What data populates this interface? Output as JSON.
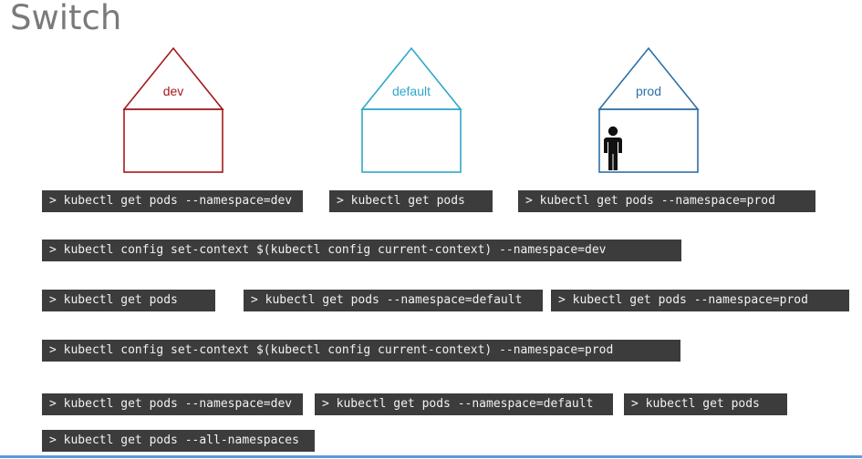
{
  "slide": {
    "title": "Switch"
  },
  "namespaces": [
    {
      "label": "dev",
      "color": "#a4191b"
    },
    {
      "label": "default",
      "color": "#2ea8c8"
    },
    {
      "label": "prod",
      "color": "#2e6fa8"
    }
  ],
  "commands": {
    "row1": [
      "> kubectl get pods --namespace=dev",
      "> kubectl get pods",
      "> kubectl get pods --namespace=prod"
    ],
    "row2": [
      "> kubectl config set-context $(kubectl config current-context) --namespace=dev"
    ],
    "row3": [
      "> kubectl get pods",
      "> kubectl get pods --namespace=default",
      "> kubectl get pods --namespace=prod"
    ],
    "row4": [
      "> kubectl config set-context $(kubectl config current-context) --namespace=prod"
    ],
    "row5": [
      "> kubectl get pods --namespace=dev",
      "> kubectl get pods --namespace=default",
      "> kubectl get pods"
    ],
    "row6": [
      "> kubectl get pods --all-namespaces"
    ]
  },
  "icons": {
    "user": "person-icon"
  },
  "colors": {
    "terminal_bg": "#3c3c3c",
    "terminal_fg": "#f2f2f2",
    "title": "#7a7a7a"
  }
}
